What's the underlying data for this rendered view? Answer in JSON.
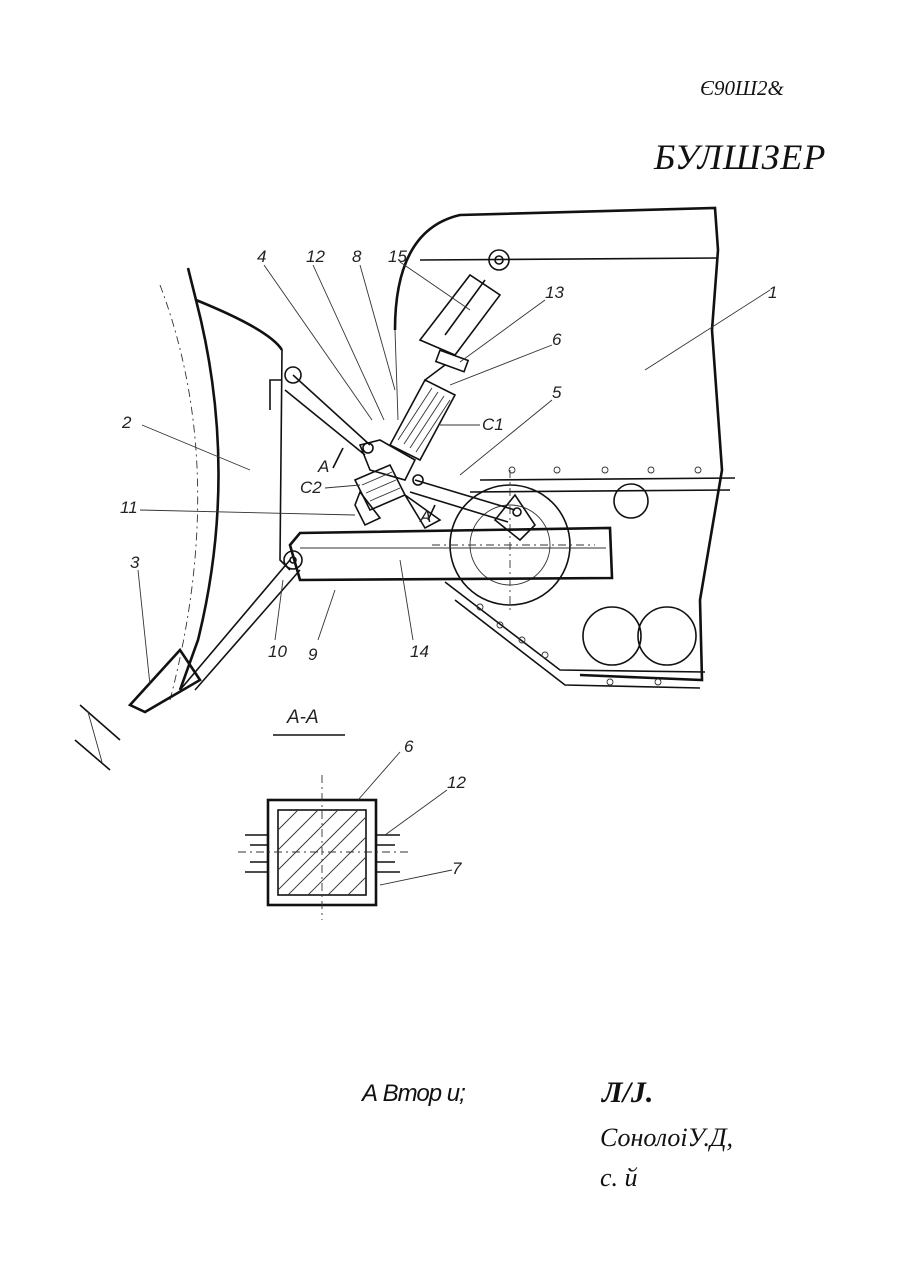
{
  "document": {
    "patent_number": "Є90Ш2&",
    "title": "БУЛШЗЕР"
  },
  "diagram": {
    "callouts": [
      "1",
      "2",
      "3",
      "4",
      "12",
      "8",
      "15",
      "13",
      "6",
      "5",
      "С1",
      "А",
      "С2",
      "11",
      "А",
      "10",
      "9",
      "14"
    ],
    "section_label": "А-А",
    "section_callouts": [
      "6",
      "12",
      "7"
    ]
  },
  "authors": {
    "label": "А Втор и;",
    "line1": "Л/J.",
    "line2": "СонолоіУ.Д,",
    "line3": "с. й"
  }
}
